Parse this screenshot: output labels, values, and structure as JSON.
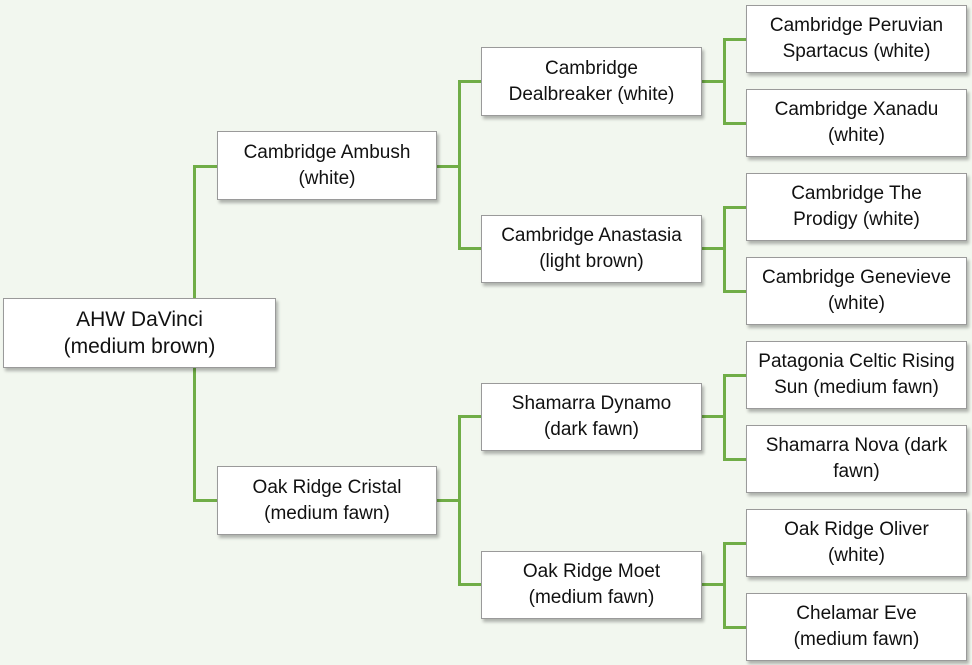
{
  "pedigree": {
    "root": "AHW DaVinci\n(medium brown)",
    "sire": "Cambridge Ambush\n(white)",
    "dam": "Oak Ridge Cristal\n(medium fawn)",
    "sire_sire": "Cambridge\nDealbreaker  (white)",
    "sire_dam": "Cambridge Anastasia\n(light brown)",
    "dam_sire": "Shamarra Dynamo\n(dark fawn)",
    "dam_dam": "Oak Ridge Moet\n(medium fawn)",
    "ggp1": "Cambridge Peruvian\nSpartacus (white)",
    "ggp2": "Cambridge Xanadu\n(white)",
    "ggp3": "Cambridge The\nProdigy (white)",
    "ggp4": "Cambridge Genevieve\n(white)",
    "ggp5": "Patagonia Celtic Rising\nSun  (medium fawn)",
    "ggp6": "Shamarra Nova (dark\nfawn)",
    "ggp7": "Oak Ridge Oliver\n(white)",
    "ggp8": "Chelamar Eve\n(medium fawn)"
  },
  "colors": {
    "connector": "#70ad47",
    "background": "#f2f7ef",
    "box": "#ffffff"
  }
}
